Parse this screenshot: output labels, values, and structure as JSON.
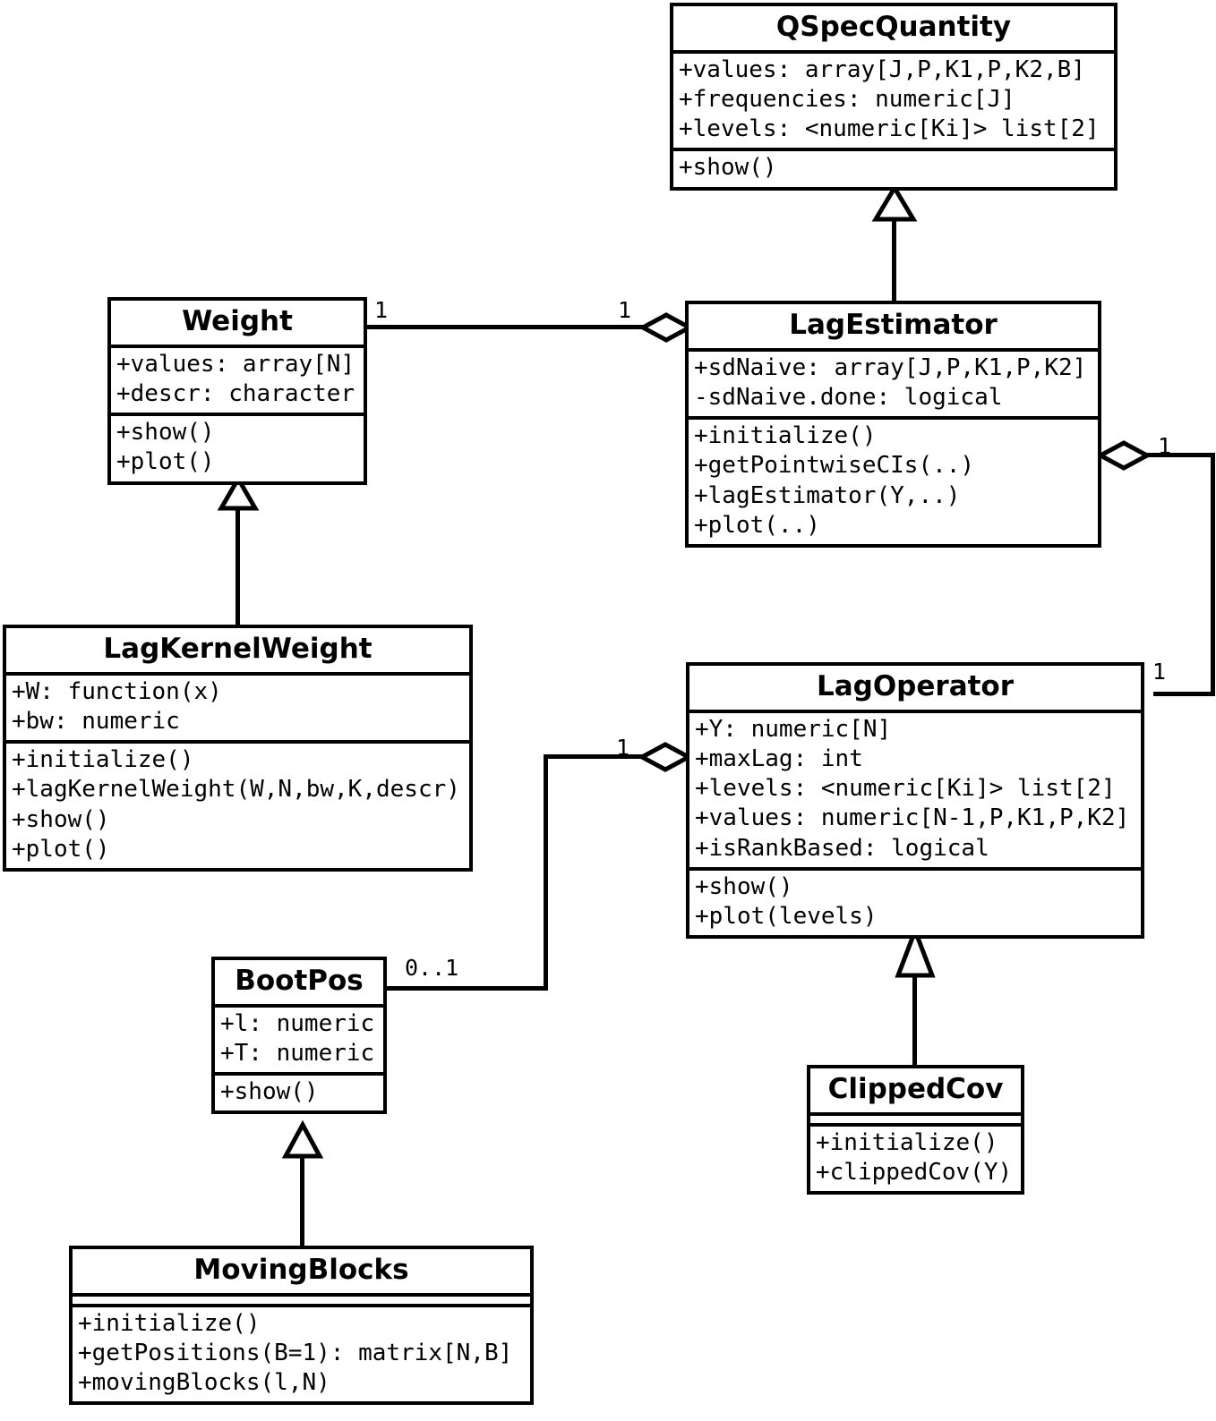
{
  "diagram": {
    "type": "uml-class-diagram",
    "title": "",
    "background_color": "#ffffff",
    "line_color": "#000000"
  },
  "classes": [
    {
      "id": "qspecquantity",
      "name": "QSpecQuantity",
      "attributes": [
        "+values: array[J,P,K1,P,K2,B]",
        "+frequencies: numeric[J]",
        "+levels: <numeric[Ki]> list[2]"
      ],
      "methods": [
        "+show()"
      ]
    },
    {
      "id": "weight",
      "name": "Weight",
      "attributes": [
        "+values: array[N]",
        "+descr: character"
      ],
      "methods": [
        "+show()",
        "+plot()"
      ]
    },
    {
      "id": "lagestimator",
      "name": "LagEstimator",
      "attributes": [
        "+sdNaive: array[J,P,K1,P,K2]",
        "-sdNaive.done: logical"
      ],
      "methods": [
        "+initialize()",
        "+getPointwiseCIs(..)",
        "+lagEstimator(Y,..)",
        "+plot(..)"
      ]
    },
    {
      "id": "lagkernelweight",
      "name": "LagKernelWeight",
      "attributes": [
        "+W: function(x)",
        "+bw: numeric"
      ],
      "methods": [
        "+initialize()",
        "+lagKernelWeight(W,N,bw,K,descr)",
        "+show()",
        "+plot()"
      ]
    },
    {
      "id": "lagoperator",
      "name": "LagOperator",
      "attributes": [
        "+Y: numeric[N]",
        "+maxLag: int",
        "+levels: <numeric[Ki]> list[2]",
        "+values: numeric[N-1,P,K1,P,K2]",
        "+isRankBased: logical"
      ],
      "methods": [
        "+show()",
        "+plot(levels)"
      ]
    },
    {
      "id": "bootpos",
      "name": "BootPos",
      "attributes": [
        "+l: numeric",
        "+T: numeric"
      ],
      "methods": [
        "+show()"
      ]
    },
    {
      "id": "clippedcov",
      "name": "ClippedCov",
      "attributes": [],
      "methods": [
        "+initialize()",
        "+clippedCov(Y)"
      ]
    },
    {
      "id": "movingblocks",
      "name": "MovingBlocks",
      "attributes": [],
      "methods": [
        "+initialize()",
        "+getPositions(B=1): matrix[N,B]",
        "+movingBlocks(l,N)"
      ]
    }
  ],
  "relations": [
    {
      "id": "rel-lagestimator-qspecquantity",
      "kind": "generalization",
      "from": "LagEstimator",
      "to": "QSpecQuantity",
      "source_multiplicity": "",
      "target_multiplicity": ""
    },
    {
      "id": "rel-lagkernelweight-weight",
      "kind": "generalization",
      "from": "LagKernelWeight",
      "to": "Weight",
      "source_multiplicity": "",
      "target_multiplicity": ""
    },
    {
      "id": "rel-lagestimator-weight",
      "kind": "aggregation",
      "from": "LagEstimator",
      "to": "Weight",
      "source_multiplicity": "1",
      "target_multiplicity": "1"
    },
    {
      "id": "rel-lagestimator-lagoperator",
      "kind": "aggregation",
      "from": "LagEstimator",
      "to": "LagOperator",
      "source_multiplicity": "1",
      "target_multiplicity": "1"
    },
    {
      "id": "rel-lagoperator-bootpos",
      "kind": "aggregation",
      "from": "LagOperator",
      "to": "BootPos",
      "source_multiplicity": "1",
      "target_multiplicity": "0..1"
    },
    {
      "id": "rel-clippedcov-lagoperator",
      "kind": "generalization",
      "from": "ClippedCov",
      "to": "LagOperator",
      "source_multiplicity": "",
      "target_multiplicity": ""
    },
    {
      "id": "rel-movingblocks-bootpos",
      "kind": "generalization",
      "from": "MovingBlocks",
      "to": "BootPos",
      "source_multiplicity": "",
      "target_multiplicity": ""
    }
  ],
  "multiplicity_labels": {
    "weight_right": "1",
    "lagestimator_left": "1",
    "lagestimator_right": "1",
    "lagoperator_topright": "1",
    "lagoperator_left": "1",
    "bootpos_right": "0..1"
  }
}
